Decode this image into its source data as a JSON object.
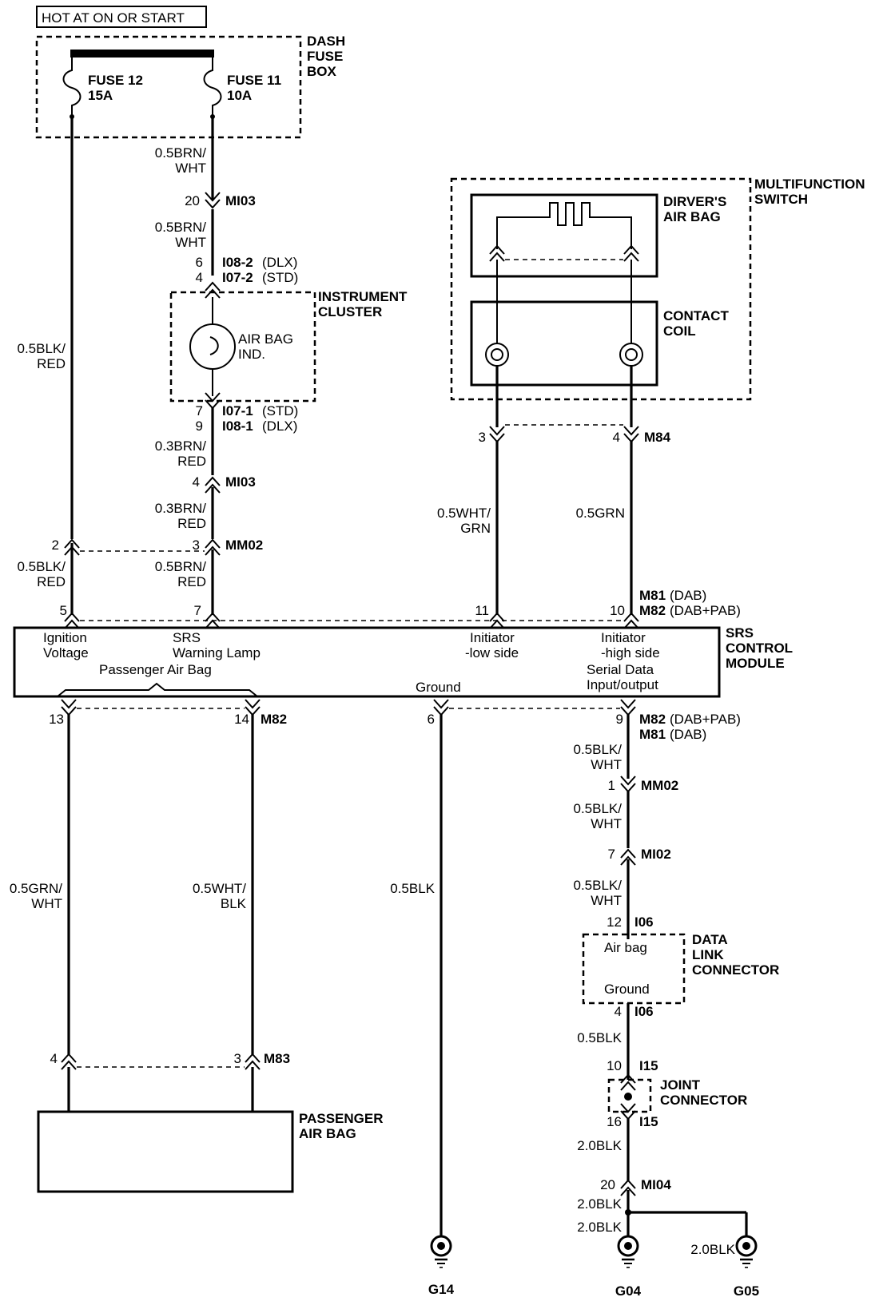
{
  "header": {
    "title": "HOT AT ON OR START"
  },
  "fuse_box": {
    "label_lines": [
      "DASH",
      "FUSE",
      "BOX"
    ],
    "fuse12": {
      "name": "FUSE 12",
      "rating": "15A"
    },
    "fuse11": {
      "name": "FUSE 11",
      "rating": "10A"
    }
  },
  "wires": {
    "blk_red_top": [
      "0.5BLK/",
      "RED"
    ],
    "brn_wht_1": [
      "0.5BRN/",
      "WHT"
    ],
    "brn_wht_2": [
      "0.5BRN/",
      "WHT"
    ],
    "brn_red_1": [
      "0.3BRN/",
      "RED"
    ],
    "brn_red_2": [
      "0.3BRN/",
      "RED"
    ],
    "blk_red_bot": [
      "0.5BLK/",
      "RED"
    ],
    "brn_red_bot": [
      "0.5BRN/",
      "RED"
    ],
    "wht_grn": [
      "0.5WHT/",
      "GRN"
    ],
    "grn": "0.5GRN",
    "grn_wht": [
      "0.5GRN/",
      "WHT"
    ],
    "wht_blk": [
      "0.5WHT/",
      "BLK"
    ],
    "blk": "0.5BLK",
    "blk_wht_1": [
      "0.5BLK/",
      "WHT"
    ],
    "blk_wht_2": [
      "0.5BLK/",
      "WHT"
    ],
    "blk_wht_3": [
      "0.5BLK/",
      "WHT"
    ],
    "blk_dlc": "0.5BLK",
    "blk20_1": "2.0BLK",
    "blk20_2": "2.0BLK",
    "blk20_3": "2.0BLK",
    "blk20_g05": "2.0BLK"
  },
  "connectors": {
    "mi03_a": {
      "pin": "20",
      "name": "MI03"
    },
    "i08_2": {
      "pin": "6",
      "name": "I08-2",
      "note": "(DLX)"
    },
    "i07_2": {
      "pin": "4",
      "name": "I07-2",
      "note": "(STD)"
    },
    "i07_1": {
      "pin": "7",
      "name": "I07-1",
      "note": "(STD)"
    },
    "i08_1": {
      "pin": "9",
      "name": "I08-1",
      "note": "(DLX)"
    },
    "mi03_b": {
      "pin": "4",
      "name": "MI03"
    },
    "mm02_a": {
      "pin_left": "2",
      "pin": "3",
      "name": "MM02"
    },
    "m84": {
      "pin_left": "3",
      "pin": "4",
      "name": "M84"
    },
    "srs_top": {
      "p5": "5",
      "p7": "7",
      "p11": "11",
      "p10": "10",
      "name1": "M81",
      "note1": "(DAB)",
      "name2": "M82",
      "note2": "(DAB+PAB)"
    },
    "srs_bottom": {
      "p13": "13",
      "p14": "14",
      "name": "M82",
      "p6": "6",
      "p9": "9",
      "name1": "M82",
      "note1": "(DAB+PAB)",
      "name2": "M81",
      "note2": "(DAB)"
    },
    "mm02_b": {
      "pin": "1",
      "name": "MM02"
    },
    "mi02": {
      "pin": "7",
      "name": "MI02"
    },
    "i06_a": {
      "pin": "12",
      "name": "I06"
    },
    "i06_b": {
      "pin": "4",
      "name": "I06"
    },
    "i15_a": {
      "pin": "10",
      "name": "I15"
    },
    "i15_b": {
      "pin": "16",
      "name": "I15"
    },
    "mi04": {
      "pin": "20",
      "name": "MI04"
    },
    "m83": {
      "pin_left": "4",
      "pin": "3",
      "name": "M83"
    }
  },
  "instrument_cluster": {
    "label_lines": [
      "INSTRUMENT",
      "CLUSTER"
    ],
    "indicator_lines": [
      "AIR BAG",
      "IND."
    ]
  },
  "multifunction_switch": {
    "label_lines": [
      "MULTIFUNCTION",
      "SWITCH"
    ],
    "drivers_airbag_lines": [
      "DIRVER'S",
      "AIR BAG"
    ],
    "contact_coil_lines": [
      "CONTACT",
      "COIL"
    ]
  },
  "srs_module": {
    "label_lines": [
      "SRS",
      "CONTROL",
      "MODULE"
    ],
    "ignition_lines": [
      "Ignition",
      "Voltage"
    ],
    "warning_lines": [
      "SRS",
      "Warning Lamp"
    ],
    "passenger": "Passenger Air Bag",
    "ground": "Ground",
    "init_low_lines": [
      "Initiator",
      "-low side"
    ],
    "init_high_lines": [
      "Initiator",
      "-high side"
    ],
    "serial_lines": [
      "Serial Data",
      "Input/output"
    ]
  },
  "dlc": {
    "label_lines": [
      "DATA",
      "LINK",
      "CONNECTOR"
    ],
    "airbag": "Air bag",
    "ground": "Ground"
  },
  "joint_connector": {
    "label_lines": [
      "JOINT",
      "CONNECTOR"
    ]
  },
  "passenger_airbag": {
    "label_lines": [
      "PASSENGER",
      "AIR BAG"
    ]
  },
  "grounds": {
    "g14": "G14",
    "g04": "G04",
    "g05": "G05"
  }
}
